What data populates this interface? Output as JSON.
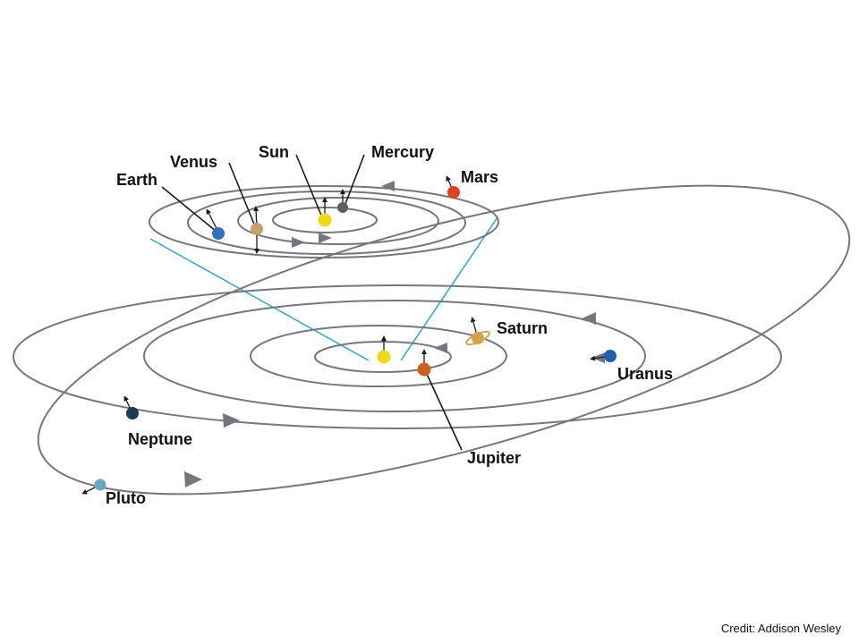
{
  "labels": {
    "sun": "Sun",
    "mercury": "Mercury",
    "venus": "Venus",
    "earth": "Earth",
    "mars": "Mars",
    "jupiter": "Jupiter",
    "saturn": "Saturn",
    "uranus": "Uranus",
    "neptune": "Neptune",
    "pluto": "Pluto"
  },
  "credit": "Credit: Addison Wesley",
  "colors": {
    "orbit": "#77767e",
    "zoom_lines": "#2aa8c9",
    "sun": "#f2d81c",
    "mercury": "#5f5f63",
    "venus": "#c9a06a",
    "earth": "#2f6fc0",
    "mars": "#e2421f",
    "jupiter": "#c8621a",
    "saturn": "#d9a24a",
    "uranus": "#1e5fae",
    "neptune": "#1c3b57",
    "pluto": "#6aa7bf"
  }
}
